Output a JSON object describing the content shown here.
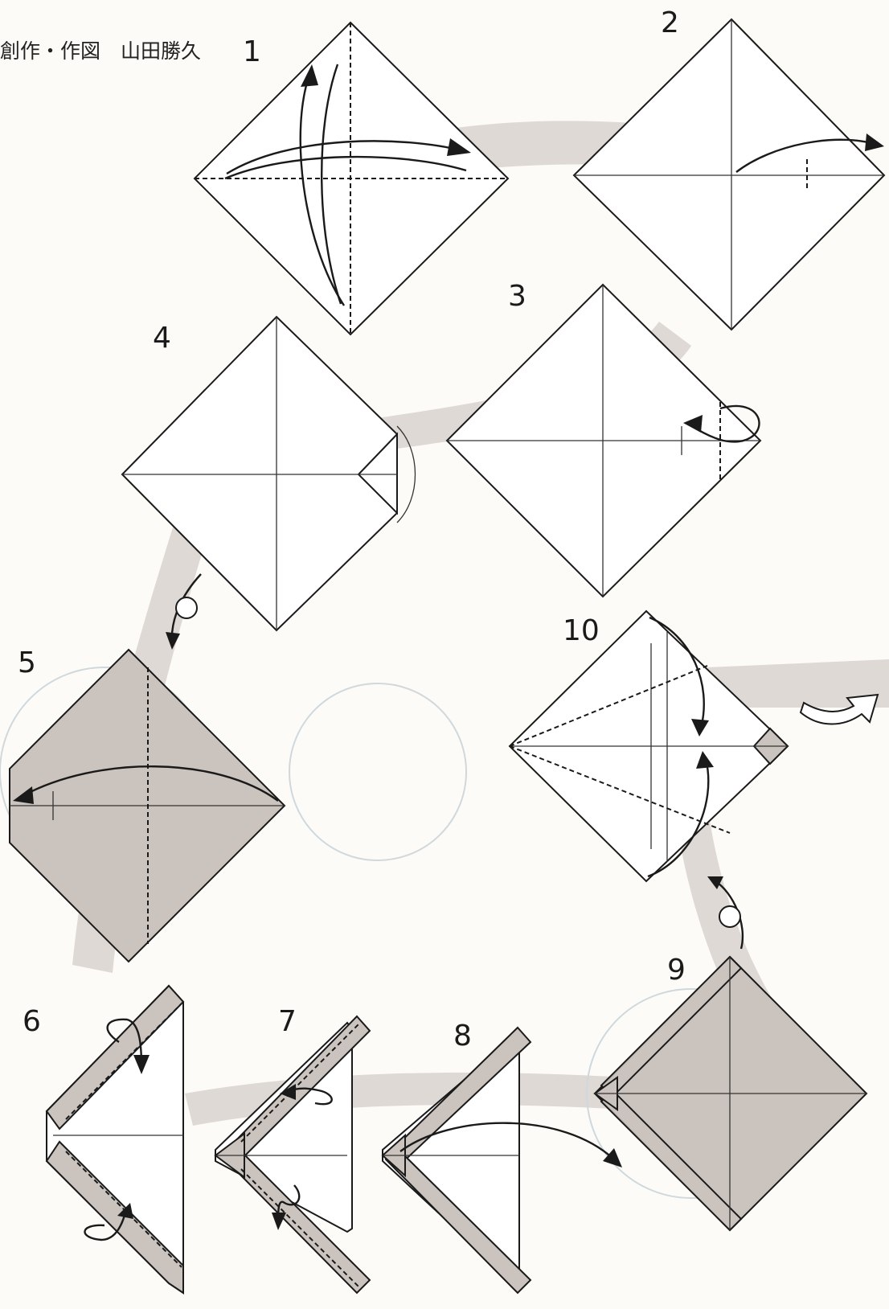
{
  "credit": "創作・作図　山田勝久",
  "steps": {
    "s1": "1",
    "s2": "2",
    "s3": "3",
    "s4": "4",
    "s5": "5",
    "s6": "6",
    "s7": "7",
    "s8": "8",
    "s9": "9",
    "s10": "10"
  },
  "colors": {
    "paper_front": "#ffffff",
    "paper_back": "#cbc3bd",
    "line": "#1a1a1a",
    "background": "#fdfbf7"
  },
  "icons": {
    "valley_fold": "dashed-line",
    "crease": "thin-solid-line",
    "fold_arrow": "curved-arrow",
    "turn_over": "circle-arrow",
    "next_step": "hollow-arrow"
  }
}
